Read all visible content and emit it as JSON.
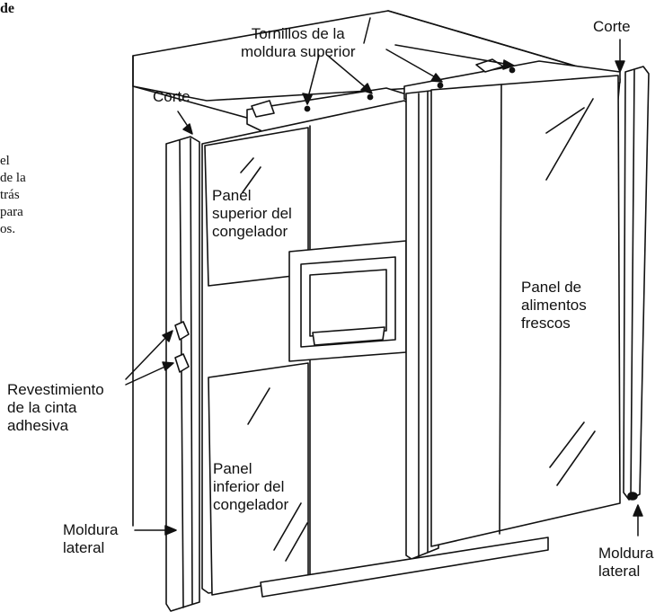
{
  "left_text_fragments": {
    "heading": "de",
    "block": "el\nde la\ntrás\npara\nos."
  },
  "labels": {
    "top_screws": "Tornillos de la\nmoldura superior",
    "cut_left": "Corte",
    "cut_right": "Corte",
    "upper_freezer_panel": "Panel\nsuperior del\ncongelador",
    "fresh_food_panel": "Panel de\nalimentos\nfrescos",
    "tape_backing": "Revestimiento\nde la cinta\nadhesiva",
    "lower_freezer_panel": "Panel\ninferior del\ncongelador",
    "side_molding_left": "Moldura\nlateral",
    "side_molding_right": "Moldura\nlateral"
  },
  "colors": {
    "line": "#111111",
    "background": "#ffffff"
  }
}
